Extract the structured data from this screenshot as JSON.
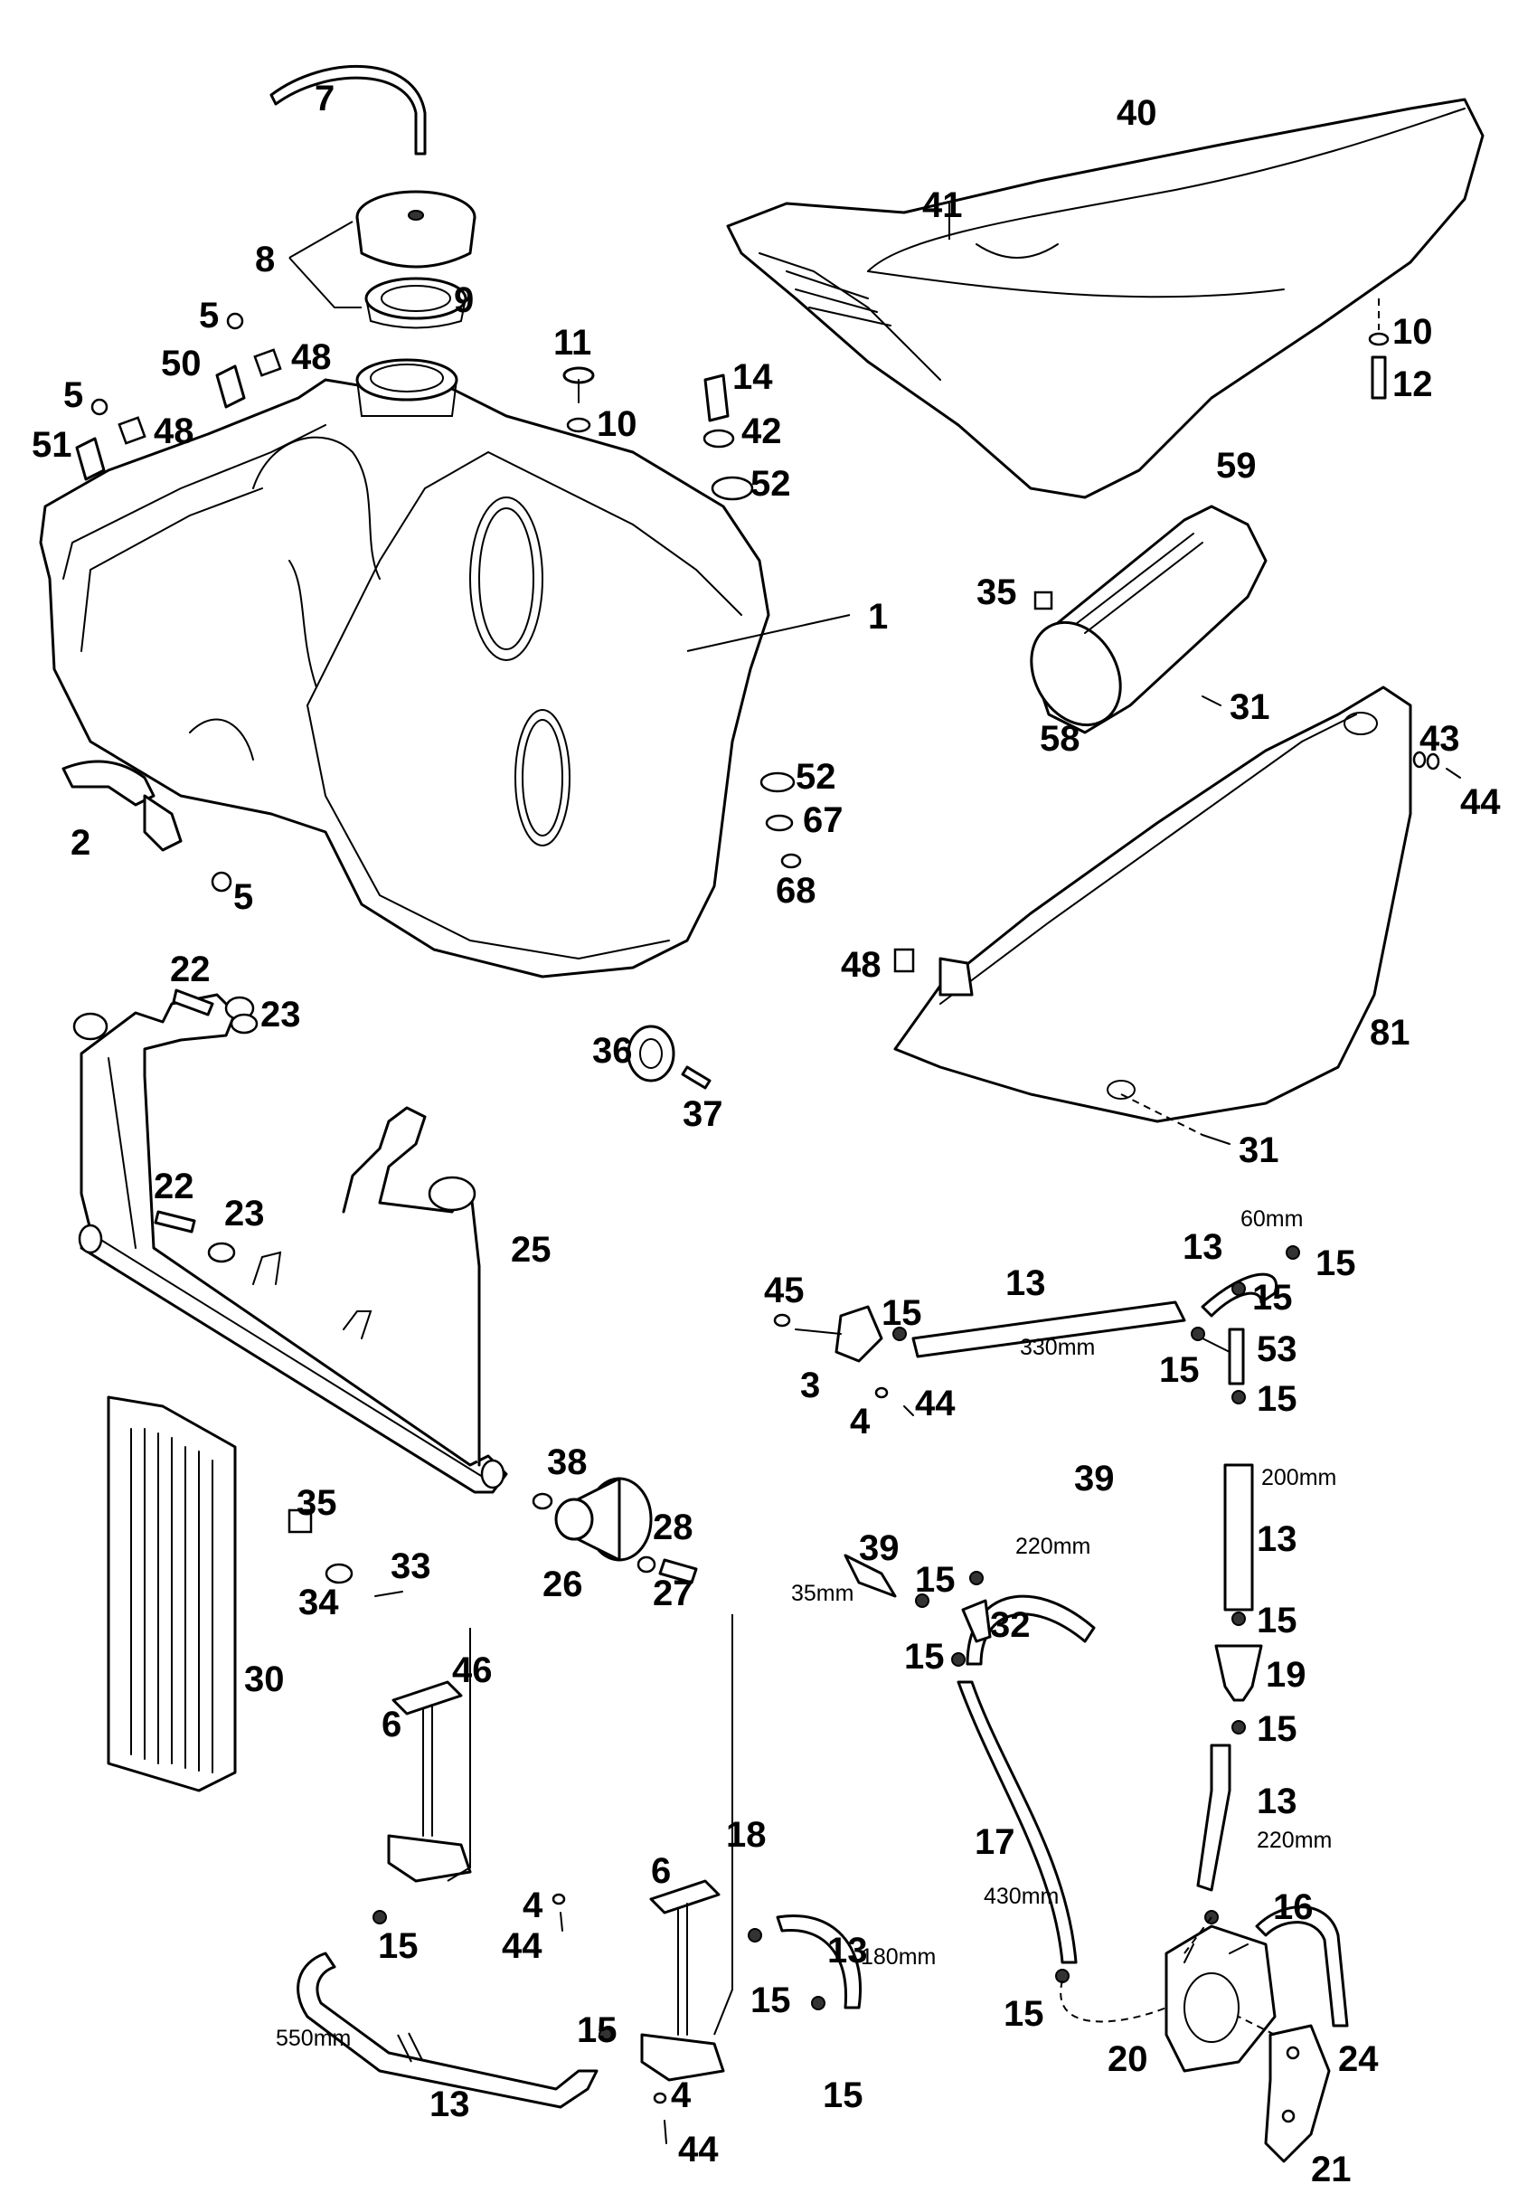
{
  "part_numbers": [
    "1",
    "2",
    "3",
    "4",
    "5",
    "6",
    "7",
    "8",
    "9",
    "10",
    "11",
    "12",
    "13",
    "14",
    "15",
    "16",
    "17",
    "18",
    "19",
    "20",
    "21",
    "22",
    "23",
    "24",
    "25",
    "26",
    "27",
    "28",
    "30",
    "31",
    "32",
    "33",
    "34",
    "35",
    "36",
    "37",
    "38",
    "39",
    "40",
    "41",
    "42",
    "43",
    "44",
    "45",
    "46",
    "48",
    "50",
    "51",
    "52",
    "53",
    "58",
    "59",
    "67",
    "68",
    "81"
  ],
  "dimensions": {
    "d60": "60mm",
    "d330": "330mm",
    "d200": "200mm",
    "d220a": "220mm",
    "d220b": "220mm",
    "d35": "35mm",
    "d430": "430mm",
    "d180": "180mm",
    "d550": "550mm"
  }
}
